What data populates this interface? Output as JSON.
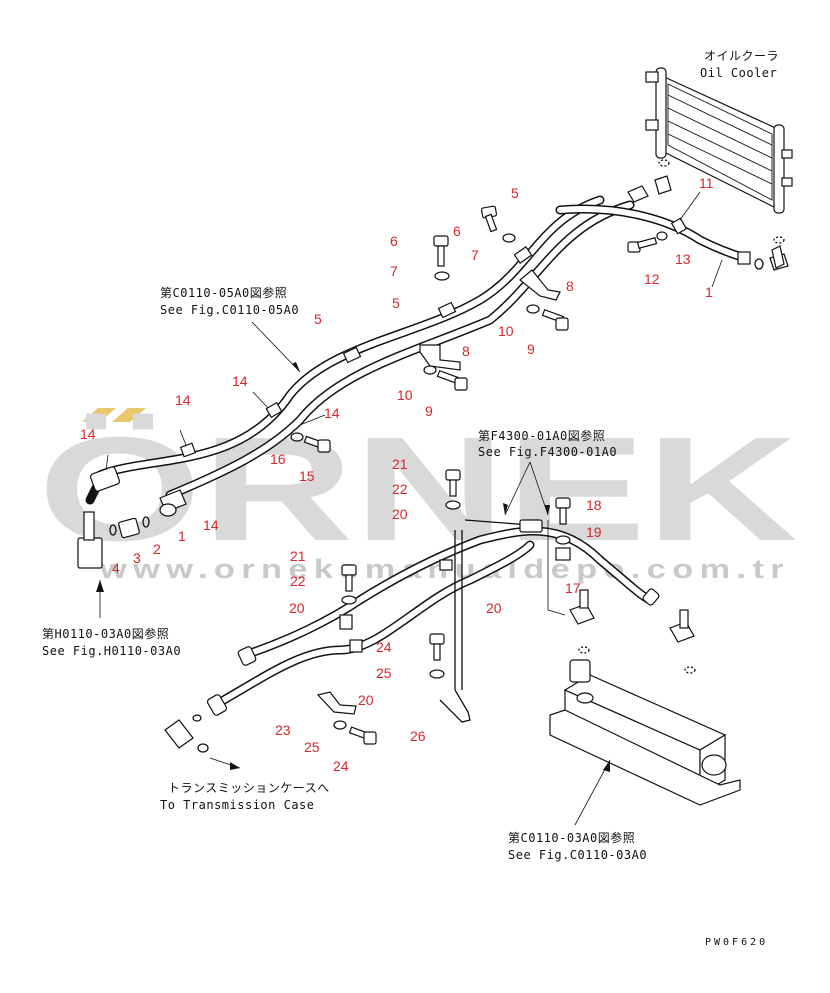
{
  "watermark": {
    "brand": "ÖRNEK",
    "url": "www.orneksmanualdepo.com.tr",
    "colors": {
      "brand": "#d9d9d9",
      "accent": "#e8c86a"
    }
  },
  "labels": {
    "oil_cooler_jp": "オイルクーラ",
    "oil_cooler_en": "Oil Cooler",
    "ref_c0110_05a0_jp": "第C0110-05A0図参照",
    "ref_c0110_05a0_en": "See Fig.C0110-05A0",
    "ref_f4300_01a0_jp": "第F4300-01A0図参照",
    "ref_f4300_01a0_en": "See Fig.F4300-01A0",
    "ref_h0110_03a0_jp": "第H0110-03A0図参照",
    "ref_h0110_03a0_en": "See Fig.H0110-03A0",
    "transmission_jp": "トランスミッションケースへ",
    "transmission_en": "To Transmission Case",
    "ref_c0110_03a0_jp": "第C0110-03A0図参照",
    "ref_c0110_03a0_en": "See Fig.C0110-03A0",
    "drawing_code": "PW0F620"
  },
  "callouts": [
    {
      "id": "c1",
      "text": "1"
    },
    {
      "id": "c2",
      "text": "1"
    },
    {
      "id": "c3",
      "text": "2"
    },
    {
      "id": "c4",
      "text": "3"
    },
    {
      "id": "c5",
      "text": "4"
    },
    {
      "id": "c6",
      "text": "5"
    },
    {
      "id": "c7",
      "text": "5"
    },
    {
      "id": "c8",
      "text": "5"
    },
    {
      "id": "c9",
      "text": "6"
    },
    {
      "id": "c10",
      "text": "6"
    },
    {
      "id": "c11",
      "text": "7"
    },
    {
      "id": "c12",
      "text": "7"
    },
    {
      "id": "c13",
      "text": "8"
    },
    {
      "id": "c14",
      "text": "8"
    },
    {
      "id": "c15",
      "text": "9"
    },
    {
      "id": "c16",
      "text": "9"
    },
    {
      "id": "c17",
      "text": "10"
    },
    {
      "id": "c18",
      "text": "10"
    },
    {
      "id": "c19",
      "text": "11"
    },
    {
      "id": "c20",
      "text": "12"
    },
    {
      "id": "c21",
      "text": "13"
    },
    {
      "id": "c22",
      "text": "14"
    },
    {
      "id": "c23",
      "text": "14"
    },
    {
      "id": "c24",
      "text": "14"
    },
    {
      "id": "c25",
      "text": "14"
    },
    {
      "id": "c26",
      "text": "14"
    },
    {
      "id": "c27",
      "text": "15"
    },
    {
      "id": "c28",
      "text": "16"
    },
    {
      "id": "c29",
      "text": "17"
    },
    {
      "id": "c30",
      "text": "18"
    },
    {
      "id": "c31",
      "text": "19"
    },
    {
      "id": "c32",
      "text": "20"
    },
    {
      "id": "c33",
      "text": "20"
    },
    {
      "id": "c34",
      "text": "20"
    },
    {
      "id": "c35",
      "text": "20"
    },
    {
      "id": "c36",
      "text": "21"
    },
    {
      "id": "c37",
      "text": "21"
    },
    {
      "id": "c38",
      "text": "22"
    },
    {
      "id": "c39",
      "text": "22"
    },
    {
      "id": "c40",
      "text": "23"
    },
    {
      "id": "c41",
      "text": "24"
    },
    {
      "id": "c42",
      "text": "24"
    },
    {
      "id": "c43",
      "text": "25"
    },
    {
      "id": "c44",
      "text": "25"
    },
    {
      "id": "c45",
      "text": "26"
    }
  ]
}
